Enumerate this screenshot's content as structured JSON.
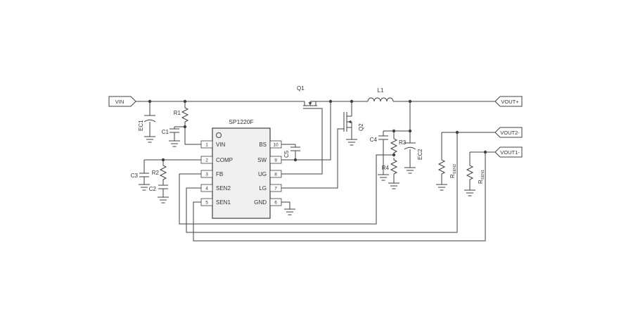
{
  "schematic": {
    "ic": {
      "title": "SP1220F",
      "left_pins": [
        {
          "num": "1",
          "name": "VIN"
        },
        {
          "num": "2",
          "name": "COMP"
        },
        {
          "num": "3",
          "name": "FB"
        },
        {
          "num": "4",
          "name": "SEN2"
        },
        {
          "num": "5",
          "name": "SEN1"
        }
      ],
      "right_pins": [
        {
          "num": "10",
          "name": "BS"
        },
        {
          "num": "9",
          "name": "SW"
        },
        {
          "num": "8",
          "name": "UG"
        },
        {
          "num": "7",
          "name": "LG"
        },
        {
          "num": "6",
          "name": "GND"
        }
      ]
    },
    "net_labels": {
      "vin": "VIN",
      "vout_plus": "VOUT+",
      "vout2_minus": "VOUT2-",
      "vout1_minus": "VOUT1-"
    },
    "components": {
      "ec1": "EC1",
      "c1": "C1",
      "r1": "R1",
      "c3": "C3",
      "r2": "R2",
      "c2": "C2",
      "c5": "C5",
      "q1": "Q1",
      "q2": "Q2",
      "l1": "L1",
      "c4": "C4",
      "r3": "R3",
      "r4": "R4",
      "ec2": "EC2",
      "rsen2": {
        "prefix": "R",
        "sub": "SEN2"
      },
      "rsen1": {
        "prefix": "R",
        "sub": "SEN1"
      }
    },
    "colors": {
      "wire": "#404040",
      "text": "#333333",
      "ic_fill": "#f0f0f0",
      "background": "#ffffff"
    }
  }
}
